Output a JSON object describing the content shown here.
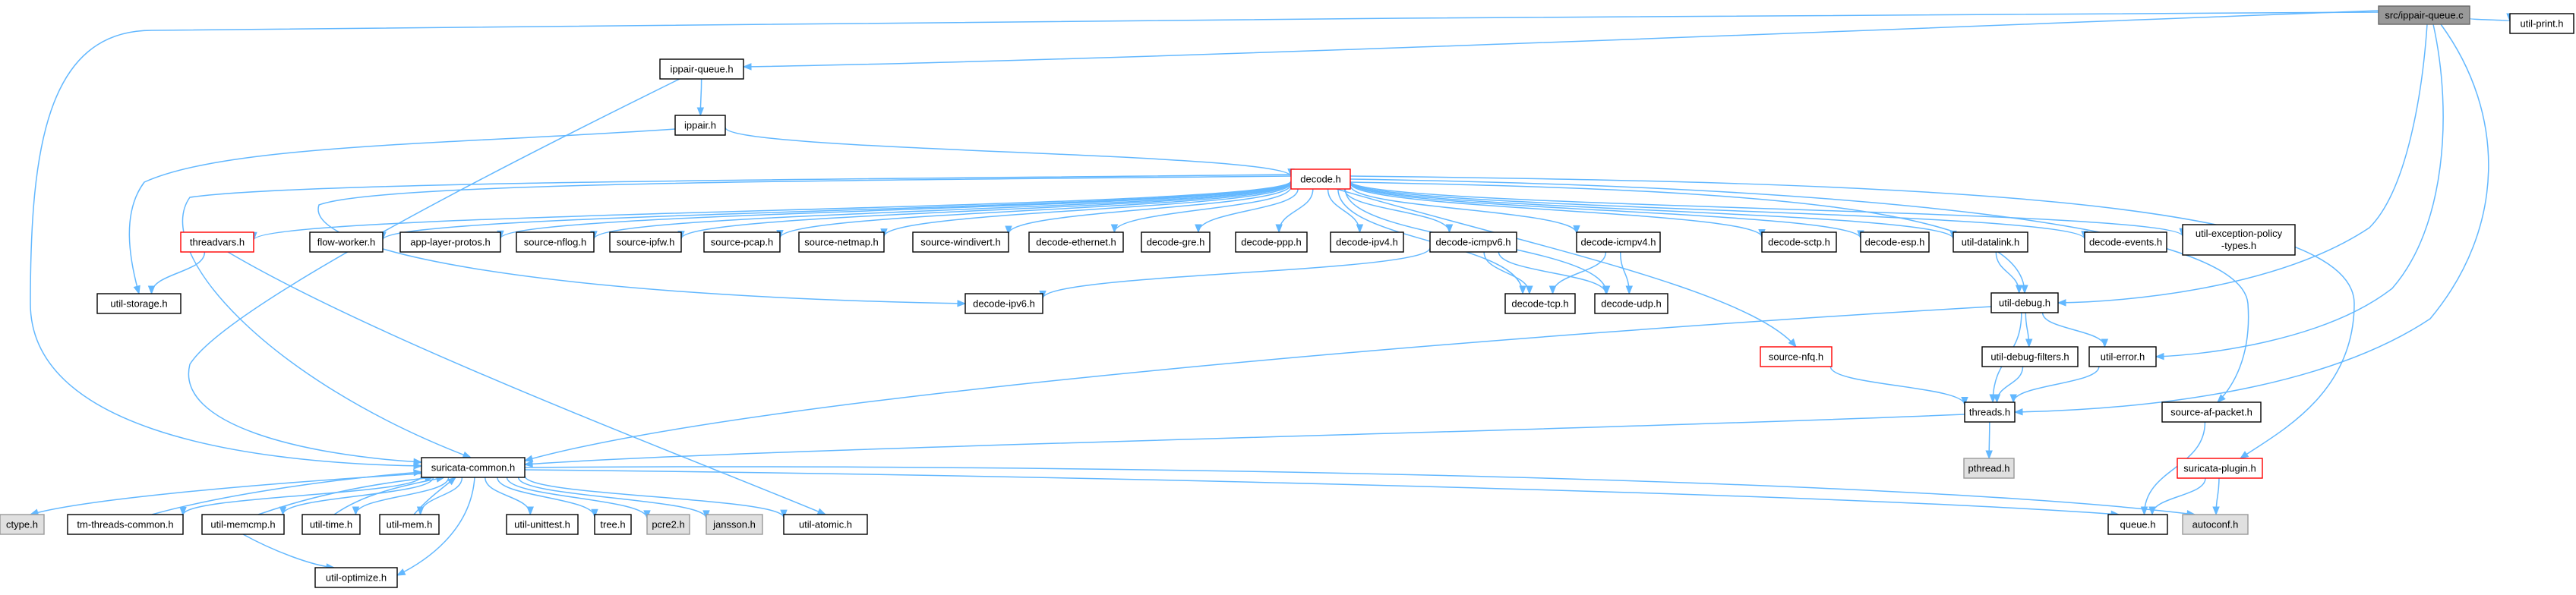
{
  "colors": {
    "edge": "#63b8ff",
    "node_fill": "#ffffff",
    "node_border": "#000000",
    "root_fill": "#999999",
    "root_border": "#666666",
    "incomplete_border": "#ff0000",
    "external_fill": "#e0e0e0",
    "external_border": "#999999",
    "text": "#000000"
  },
  "nodes": [
    {
      "id": "root",
      "label": "src/ippair-queue.c",
      "style": "root"
    },
    {
      "id": "ippair_queue_h",
      "label": "ippair-queue.h",
      "style": "normal"
    },
    {
      "id": "util_print_h",
      "label": "util-print.h",
      "style": "normal"
    },
    {
      "id": "ippair_h",
      "label": "ippair.h",
      "style": "normal"
    },
    {
      "id": "decode_h",
      "label": "decode.h",
      "style": "incomplete"
    },
    {
      "id": "threadvars_h",
      "label": "threadvars.h",
      "style": "incomplete"
    },
    {
      "id": "flow_worker_h",
      "label": "flow-worker.h",
      "style": "normal"
    },
    {
      "id": "app_layer_protos_h",
      "label": "app-layer-protos.h",
      "style": "normal"
    },
    {
      "id": "source_nflog_h",
      "label": "source-nflog.h",
      "style": "normal"
    },
    {
      "id": "source_ipfw_h",
      "label": "source-ipfw.h",
      "style": "normal"
    },
    {
      "id": "source_pcap_h",
      "label": "source-pcap.h",
      "style": "normal"
    },
    {
      "id": "source_netmap_h",
      "label": "source-netmap.h",
      "style": "normal"
    },
    {
      "id": "source_windivert_h",
      "label": "source-windivert.h",
      "style": "normal"
    },
    {
      "id": "decode_ethernet_h",
      "label": "decode-ethernet.h",
      "style": "normal"
    },
    {
      "id": "decode_gre_h",
      "label": "decode-gre.h",
      "style": "normal"
    },
    {
      "id": "decode_ppp_h",
      "label": "decode-ppp.h",
      "style": "normal"
    },
    {
      "id": "decode_ipv4_h",
      "label": "decode-ipv4.h",
      "style": "normal"
    },
    {
      "id": "decode_icmpv6_h",
      "label": "decode-icmpv6.h",
      "style": "normal"
    },
    {
      "id": "decode_icmpv4_h",
      "label": "decode-icmpv4.h",
      "style": "normal"
    },
    {
      "id": "decode_sctp_h",
      "label": "decode-sctp.h",
      "style": "normal"
    },
    {
      "id": "decode_esp_h",
      "label": "decode-esp.h",
      "style": "normal"
    },
    {
      "id": "util_datalink_h",
      "label": "util-datalink.h",
      "style": "normal"
    },
    {
      "id": "decode_events_h",
      "label": "decode-events.h",
      "style": "normal"
    },
    {
      "id": "util_exception_policy_types_h",
      "label": "util-exception-policy",
      "label2": "-types.h",
      "style": "normal"
    },
    {
      "id": "util_storage_h",
      "label": "util-storage.h",
      "style": "normal"
    },
    {
      "id": "decode_ipv6_h",
      "label": "decode-ipv6.h",
      "style": "normal"
    },
    {
      "id": "decode_tcp_h",
      "label": "decode-tcp.h",
      "style": "normal"
    },
    {
      "id": "decode_udp_h",
      "label": "decode-udp.h",
      "style": "normal"
    },
    {
      "id": "util_debug_h",
      "label": "util-debug.h",
      "style": "normal"
    },
    {
      "id": "source_nfq_h",
      "label": "source-nfq.h",
      "style": "incomplete"
    },
    {
      "id": "util_debug_filters_h",
      "label": "util-debug-filters.h",
      "style": "normal"
    },
    {
      "id": "util_error_h",
      "label": "util-error.h",
      "style": "normal"
    },
    {
      "id": "threads_h",
      "label": "threads.h",
      "style": "normal"
    },
    {
      "id": "source_af_packet_h",
      "label": "source-af-packet.h",
      "style": "normal"
    },
    {
      "id": "suricata_common_h",
      "label": "suricata-common.h",
      "style": "normal"
    },
    {
      "id": "pthread_h",
      "label": "pthread.h",
      "style": "external"
    },
    {
      "id": "suricata_plugin_h",
      "label": "suricata-plugin.h",
      "style": "incomplete"
    },
    {
      "id": "ctype_h",
      "label": "ctype.h",
      "style": "external"
    },
    {
      "id": "tm_threads_common_h",
      "label": "tm-threads-common.h",
      "style": "normal"
    },
    {
      "id": "util_memcmp_h",
      "label": "util-memcmp.h",
      "style": "normal"
    },
    {
      "id": "util_time_h",
      "label": "util-time.h",
      "style": "normal"
    },
    {
      "id": "util_mem_h",
      "label": "util-mem.h",
      "style": "normal"
    },
    {
      "id": "util_unittest_h",
      "label": "util-unittest.h",
      "style": "normal"
    },
    {
      "id": "tree_h",
      "label": "tree.h",
      "style": "normal"
    },
    {
      "id": "pcre2_h",
      "label": "pcre2.h",
      "style": "external"
    },
    {
      "id": "jansson_h",
      "label": "jansson.h",
      "style": "external"
    },
    {
      "id": "util_atomic_h",
      "label": "util-atomic.h",
      "style": "normal"
    },
    {
      "id": "queue_h",
      "label": "queue.h",
      "style": "normal"
    },
    {
      "id": "autoconf_h",
      "label": "autoconf.h",
      "style": "external"
    },
    {
      "id": "util_optimize_h",
      "label": "util-optimize.h",
      "style": "normal"
    }
  ],
  "edges": [
    [
      "root",
      "ippair_queue_h"
    ],
    [
      "root",
      "util_print_h"
    ],
    [
      "root",
      "suricata_common_h"
    ],
    [
      "root",
      "util_debug_h"
    ],
    [
      "root",
      "util_error_h"
    ],
    [
      "root",
      "threads_h"
    ],
    [
      "ippair_queue_h",
      "ippair_h"
    ],
    [
      "ippair_queue_h",
      "suricata_common_h"
    ],
    [
      "ippair_h",
      "decode_h"
    ],
    [
      "ippair_h",
      "util_storage_h"
    ],
    [
      "decode_h",
      "threadvars_h"
    ],
    [
      "decode_h",
      "flow_worker_h"
    ],
    [
      "decode_h",
      "app_layer_protos_h"
    ],
    [
      "decode_h",
      "source_nflog_h"
    ],
    [
      "decode_h",
      "source_ipfw_h"
    ],
    [
      "decode_h",
      "source_pcap_h"
    ],
    [
      "decode_h",
      "source_netmap_h"
    ],
    [
      "decode_h",
      "source_windivert_h"
    ],
    [
      "decode_h",
      "decode_ethernet_h"
    ],
    [
      "decode_h",
      "decode_gre_h"
    ],
    [
      "decode_h",
      "decode_ppp_h"
    ],
    [
      "decode_h",
      "decode_ipv4_h"
    ],
    [
      "decode_h",
      "decode_icmpv6_h"
    ],
    [
      "decode_h",
      "decode_icmpv4_h"
    ],
    [
      "decode_h",
      "decode_sctp_h"
    ],
    [
      "decode_h",
      "decode_esp_h"
    ],
    [
      "decode_h",
      "util_datalink_h"
    ],
    [
      "decode_h",
      "decode_events_h"
    ],
    [
      "decode_h",
      "util_exception_policy_types_h"
    ],
    [
      "decode_h",
      "decode_ipv6_h"
    ],
    [
      "decode_h",
      "decode_tcp_h"
    ],
    [
      "decode_h",
      "decode_udp_h"
    ],
    [
      "decode_h",
      "source_nfq_h"
    ],
    [
      "decode_h",
      "util_debug_h"
    ],
    [
      "decode_h",
      "source_af_packet_h"
    ],
    [
      "decode_h",
      "suricata_plugin_h"
    ],
    [
      "decode_h",
      "suricata_common_h"
    ],
    [
      "threadvars_h",
      "util_storage_h"
    ],
    [
      "threadvars_h",
      "util_atomic_h"
    ],
    [
      "decode_icmpv6_h",
      "decode_ipv6_h"
    ],
    [
      "decode_icmpv6_h",
      "decode_tcp_h"
    ],
    [
      "decode_icmpv6_h",
      "decode_udp_h"
    ],
    [
      "decode_icmpv4_h",
      "decode_tcp_h"
    ],
    [
      "decode_icmpv4_h",
      "decode_udp_h"
    ],
    [
      "util_datalink_h",
      "util_debug_h"
    ],
    [
      "util_debug_h",
      "util_debug_filters_h"
    ],
    [
      "util_debug_h",
      "util_error_h"
    ],
    [
      "util_debug_h",
      "threads_h"
    ],
    [
      "util_debug_h",
      "suricata_common_h"
    ],
    [
      "util_debug_filters_h",
      "threads_h"
    ],
    [
      "util_error_h",
      "threads_h"
    ],
    [
      "source_nfq_h",
      "threads_h"
    ],
    [
      "threads_h",
      "pthread_h"
    ],
    [
      "threads_h",
      "suricata_common_h"
    ],
    [
      "source_af_packet_h",
      "queue_h"
    ],
    [
      "suricata_plugin_h",
      "queue_h"
    ],
    [
      "suricata_plugin_h",
      "autoconf_h"
    ],
    [
      "suricata_common_h",
      "ctype_h"
    ],
    [
      "suricata_common_h",
      "tm_threads_common_h"
    ],
    [
      "suricata_common_h",
      "util_memcmp_h"
    ],
    [
      "suricata_common_h",
      "util_time_h"
    ],
    [
      "suricata_common_h",
      "util_mem_h"
    ],
    [
      "suricata_common_h",
      "util_unittest_h"
    ],
    [
      "suricata_common_h",
      "tree_h"
    ],
    [
      "suricata_common_h",
      "pcre2_h"
    ],
    [
      "suricata_common_h",
      "jansson_h"
    ],
    [
      "suricata_common_h",
      "util_atomic_h"
    ],
    [
      "suricata_common_h",
      "queue_h"
    ],
    [
      "suricata_common_h",
      "autoconf_h"
    ],
    [
      "suricata_common_h",
      "util_optimize_h"
    ],
    [
      "tm_threads_common_h",
      "suricata_common_h"
    ],
    [
      "util_memcmp_h",
      "suricata_common_h"
    ],
    [
      "util_time_h",
      "suricata_common_h"
    ],
    [
      "util_mem_h",
      "suricata_common_h"
    ],
    [
      "util_memcmp_h",
      "util_optimize_h"
    ]
  ]
}
